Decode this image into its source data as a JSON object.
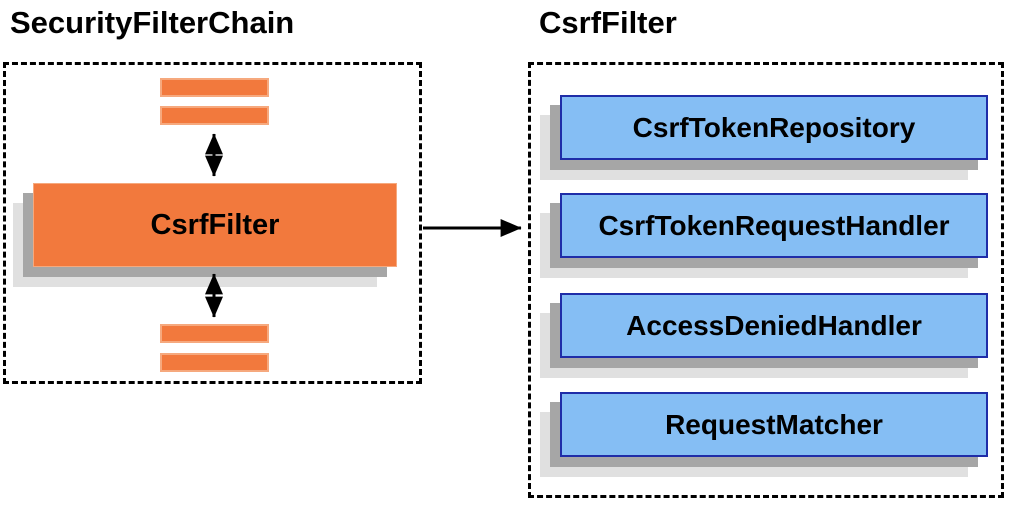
{
  "diagram": {
    "left_panel": {
      "title": "SecurityFilterChain",
      "main_node_label": "CsrfFilter"
    },
    "right_panel": {
      "title": "CsrfFilter",
      "components": [
        "CsrfTokenRepository",
        "CsrfTokenRequestHandler",
        "AccessDeniedHandler",
        "RequestMatcher"
      ]
    },
    "colors": {
      "orange_fill": "#F2793D",
      "orange_border": "#F6A97E",
      "blue_fill": "#85BEF4",
      "blue_border": "#1F2DA8",
      "shadow_dark": "#A6A6A6",
      "shadow_light": "#E0E0E0",
      "arrow": "#000000",
      "dashed_border": "#000000"
    }
  }
}
